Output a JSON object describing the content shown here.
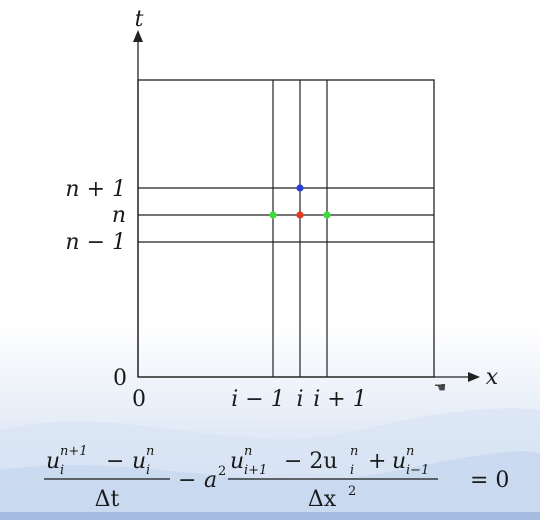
{
  "axes": {
    "x_label": "x",
    "t_label": "t",
    "origin_x_label": "0",
    "origin_t_label": "0"
  },
  "time_labels": {
    "n_plus_1": "n + 1",
    "n": "n",
    "n_minus_1": "n − 1"
  },
  "space_labels": {
    "i_minus_1": "i − 1",
    "i": "i",
    "i_plus_1": "i + 1"
  },
  "points": [
    {
      "name": "node-i-n-plus-1",
      "color": "#2a3fd6"
    },
    {
      "name": "node-i-minus-1-n",
      "color": "#3bdc3b"
    },
    {
      "name": "node-i-n",
      "color": "#e23a1f"
    },
    {
      "name": "node-i-plus-1-n",
      "color": "#3bdc3b"
    }
  ],
  "equation": {
    "term1_num_u": "u",
    "term1_num_sup1": "n+1",
    "term1_num_sub1": "i",
    "term1_num_minus": "−",
    "term1_num_sup2": "n",
    "term1_num_sub2": "i",
    "term1_den": "Δt",
    "minus": "−",
    "coef": "a",
    "coef_exp": "2",
    "term2_num_sub1": "i+1",
    "term2_num_sup1": "n",
    "term2_num_mid": "− 2u",
    "term2_num_sub2": "i",
    "term2_num_sup2": "n",
    "term2_num_plus": "+",
    "term2_num_sub3": "i−1",
    "term2_num_sup3": "n",
    "term2_den": "Δx",
    "term2_den_exp": "2",
    "equals": "= 0"
  }
}
